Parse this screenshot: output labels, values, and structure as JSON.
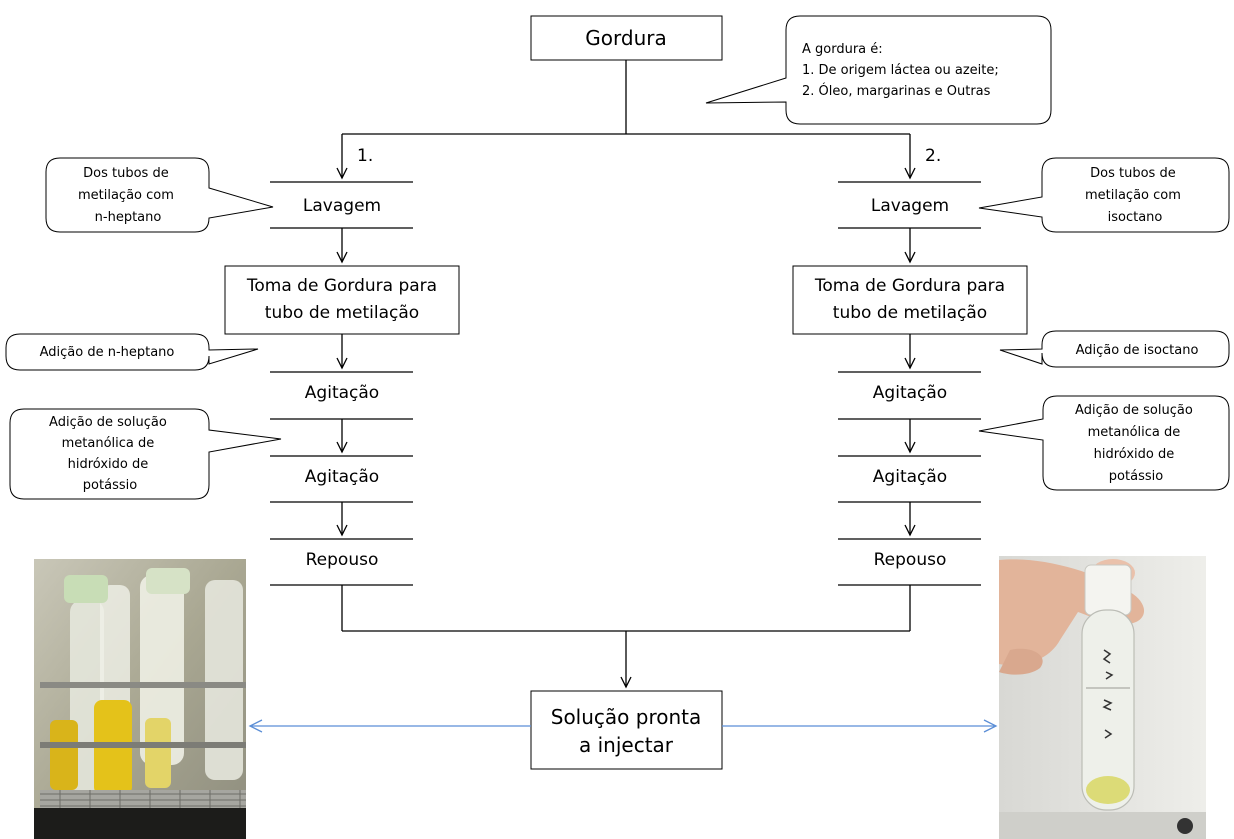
{
  "nodes": {
    "top": "Gordura",
    "final_line1": "Solução pronta",
    "final_line2": "a injectar"
  },
  "branch_labels": {
    "left": "1.",
    "right": "2."
  },
  "left_branch": {
    "lavagem": "Lavagem",
    "toma_line1": "Toma de Gordura para",
    "toma_line2": "tubo de metilação",
    "agitacao1": "Agitação",
    "agitacao2": "Agitação",
    "repouso": "Repouso"
  },
  "right_branch": {
    "lavagem": "Lavagem",
    "toma_line1": "Toma de Gordura para",
    "toma_line2": "tubo de metilação",
    "agitacao1": "Agitação",
    "agitacao2": "Agitação",
    "repouso": "Repouso"
  },
  "callouts": {
    "top": [
      "A gordura é:",
      "1. De origem láctea ou azeite;",
      "2. Óleo, margarinas e Outras"
    ],
    "left_wash": [
      "Dos tubos de",
      "metilação com",
      "n-heptano"
    ],
    "right_wash": [
      "Dos tubos de",
      "metilação com",
      "isoctano"
    ],
    "left_add": [
      "Adição de n-heptano"
    ],
    "right_add": [
      "Adição de isoctano"
    ],
    "left_koh": [
      "Adição de solução",
      "metanólica de",
      "hidróxido de",
      "potássio"
    ],
    "right_koh": [
      "Adição de solução",
      "metanólica de",
      "hidróxido de",
      "potássio"
    ]
  },
  "colors": {
    "line": "#000000",
    "photo_arrow": "#5b8ed6"
  }
}
